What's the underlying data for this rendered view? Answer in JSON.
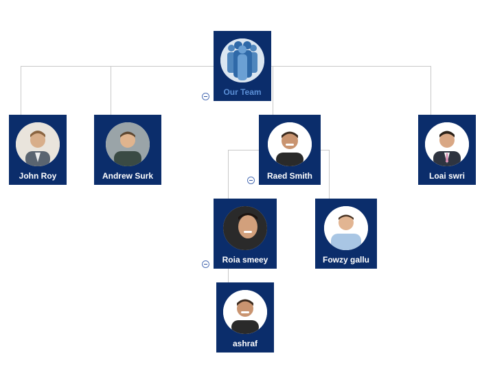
{
  "org_chart": {
    "root": {
      "name": "Our Team"
    },
    "nodes": [
      {
        "id": "john-roy",
        "name": "John Roy",
        "parent": "Our Team"
      },
      {
        "id": "andrew-surk",
        "name": "Andrew Surk",
        "parent": "Our Team"
      },
      {
        "id": "raed-smith",
        "name": "Raed Smith",
        "parent": "Our Team"
      },
      {
        "id": "loai-swri",
        "name": "Loai swri",
        "parent": "Our Team"
      },
      {
        "id": "roia-smeey",
        "name": "Roia smeey",
        "parent": "Raed Smith"
      },
      {
        "id": "fowzy-gallu",
        "name": "Fowzy gallu",
        "parent": "Raed Smith"
      },
      {
        "id": "ashraf",
        "name": "ashraf",
        "parent": "Roia smeey"
      }
    ]
  },
  "colors": {
    "node_background": "#0b2d6b",
    "connector": "#c8c8c8",
    "root_label": "#5b8fd6",
    "collapse_icon": "#2b4f9e"
  },
  "icons": {
    "collapse": "minus-circle-icon",
    "team": "team-silhouette-icon",
    "person": "person-photo-icon"
  }
}
